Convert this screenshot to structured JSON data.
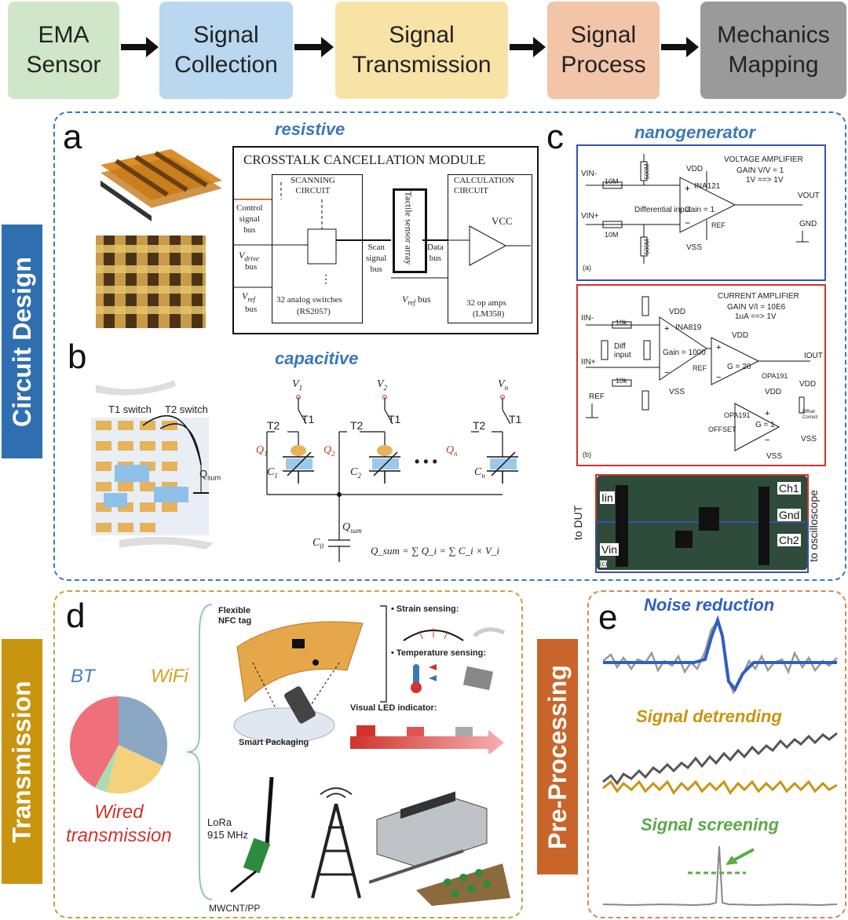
{
  "flow": {
    "boxes": [
      {
        "label": "EMA\nSensor",
        "color": "#cfe6c8"
      },
      {
        "label": "Signal\nCollection",
        "color": "#b9d7ee"
      },
      {
        "label": "Signal\nTransmission",
        "color": "#f8e3a6"
      },
      {
        "label": "Signal\nProcess",
        "color": "#f2c4a8"
      },
      {
        "label": "Mechanics\nMapping",
        "color": "#9a9a9a"
      }
    ]
  },
  "sections": {
    "circuit": {
      "label": "Circuit Design",
      "color": "#2f6fb0"
    },
    "transmission": {
      "label": "Transmission",
      "color": "#c9940f"
    },
    "preprocessing": {
      "label": "Pre-Processing",
      "color": "#c9652a"
    }
  },
  "panel_a": {
    "letter": "a",
    "title": "resistive",
    "module_title": "CROSSTALK CANCELLATION MODULE",
    "scanning": "SCANNING\nCIRCUIT",
    "calculation": "CALCULATION\nCIRCUIT",
    "control": "Control\nsignal\nbus",
    "vdrive": "V",
    "vdrive_sub": "drive",
    "vdrive_bus": "bus",
    "vref": "V",
    "vref_sub": "ref",
    "vref_bus": "bus",
    "switches": "32 analog switches",
    "switches_part": "(RS2057)",
    "scan_bus": "Scan\nsignal\nbus",
    "tactile": "Tactile sensor array",
    "data_bus": "Data\nbus",
    "vref_bus2": "bus",
    "vcc": "VCC",
    "opamps": "32 op amps",
    "opamps_part": "(LM358)"
  },
  "panel_b": {
    "letter": "b",
    "title": "capacitive",
    "t1_switch": "T1 switch",
    "t2_switch": "T2 switch",
    "qsum": "Q",
    "qsum_sub": "sum",
    "v1": "V",
    "v1s": "1",
    "v2": "V",
    "v2s": "2",
    "vn": "V",
    "vns": "n",
    "t1": "T1",
    "t2": "T2",
    "q1": "Q",
    "q1s": "1",
    "q2": "Q",
    "q2s": "2",
    "qn": "Q",
    "qns": "n",
    "c1": "C",
    "c1s": "1",
    "c2": "C",
    "c2s": "2",
    "cn": "C",
    "cns": "n",
    "c0": "C",
    "c0s": "0",
    "dots": "• • •",
    "formula": "Q_sum = ∑ Q_i = ∑ C_i × V_i"
  },
  "panel_c": {
    "letter": "c",
    "title": "nanogenerator",
    "va_title": "VOLTAGE AMPLIFIER",
    "va_gain": "GAIN V/V = 1",
    "va_conv": "1V ==> 1V",
    "vin_minus": "VIN-",
    "vin_plus": "VIN+",
    "r10m": "10M",
    "r500m": "500M",
    "vdd": "VDD",
    "vss": "VSS",
    "ina121": "INA121",
    "diff_input": "Differential input",
    "gain1": "Gain = 1",
    "ref": "REF",
    "vout": "VOUT",
    "gnd": "GND",
    "sub_a": "(a)",
    "ca_title": "CURRENT AMPLIFIER",
    "ca_gain": "GAIN V/I = 10E6",
    "ca_conv": "1uA ==> 1V",
    "iin_minus": "IIN-",
    "iin_plus": "IIN+",
    "r10k": "10k",
    "ina819": "INA819",
    "diff_input2": "Diff\ninput",
    "gain1000": "Gain = 1000",
    "g20": "G = 20",
    "g1": "G = 1",
    "opa191": "OPA191",
    "iout": "IOUT",
    "offset": "OFFSET",
    "offset_correct": "Offset\nCorrect",
    "sub_b": "(b)",
    "iin": "Iin",
    "vin": "Vin",
    "ch1": "Ch1",
    "gnd2": "Gnd",
    "ch2": "Ch2",
    "to_dut": "to DUT",
    "to_osc": "to oscilloscope",
    "sub_c": "(c)"
  },
  "panel_d": {
    "letter": "d",
    "pie_labels": {
      "bt": "BT",
      "wifi": "WiFi",
      "wired": "Wired\ntransmission"
    },
    "flexible_nfc": "Flexible\nNFC tag",
    "strain": "Strain sensing:",
    "temperature": "Temperature sensing:",
    "smart_packaging": "Smart Packaging",
    "visual_led": "Visual LED indicator:",
    "lora": "LoRa\n915 MHz",
    "mwcnt": "MWCNT/PP"
  },
  "panel_e": {
    "letter": "e",
    "noise": "Noise reduction",
    "detrending": "Signal detrending",
    "screening": "Signal screening"
  },
  "chart_data": {
    "type": "pie",
    "title": "",
    "slices": [
      {
        "label": "BT",
        "value": 32,
        "color": "#8aa7c4"
      },
      {
        "label": "WiFi",
        "value": 22,
        "color": "#f3d27a"
      },
      {
        "label": "",
        "value": 4,
        "color": "#a9dcb5"
      },
      {
        "label": "Wired transmission",
        "value": 42,
        "color": "#ef6f7a"
      }
    ]
  }
}
